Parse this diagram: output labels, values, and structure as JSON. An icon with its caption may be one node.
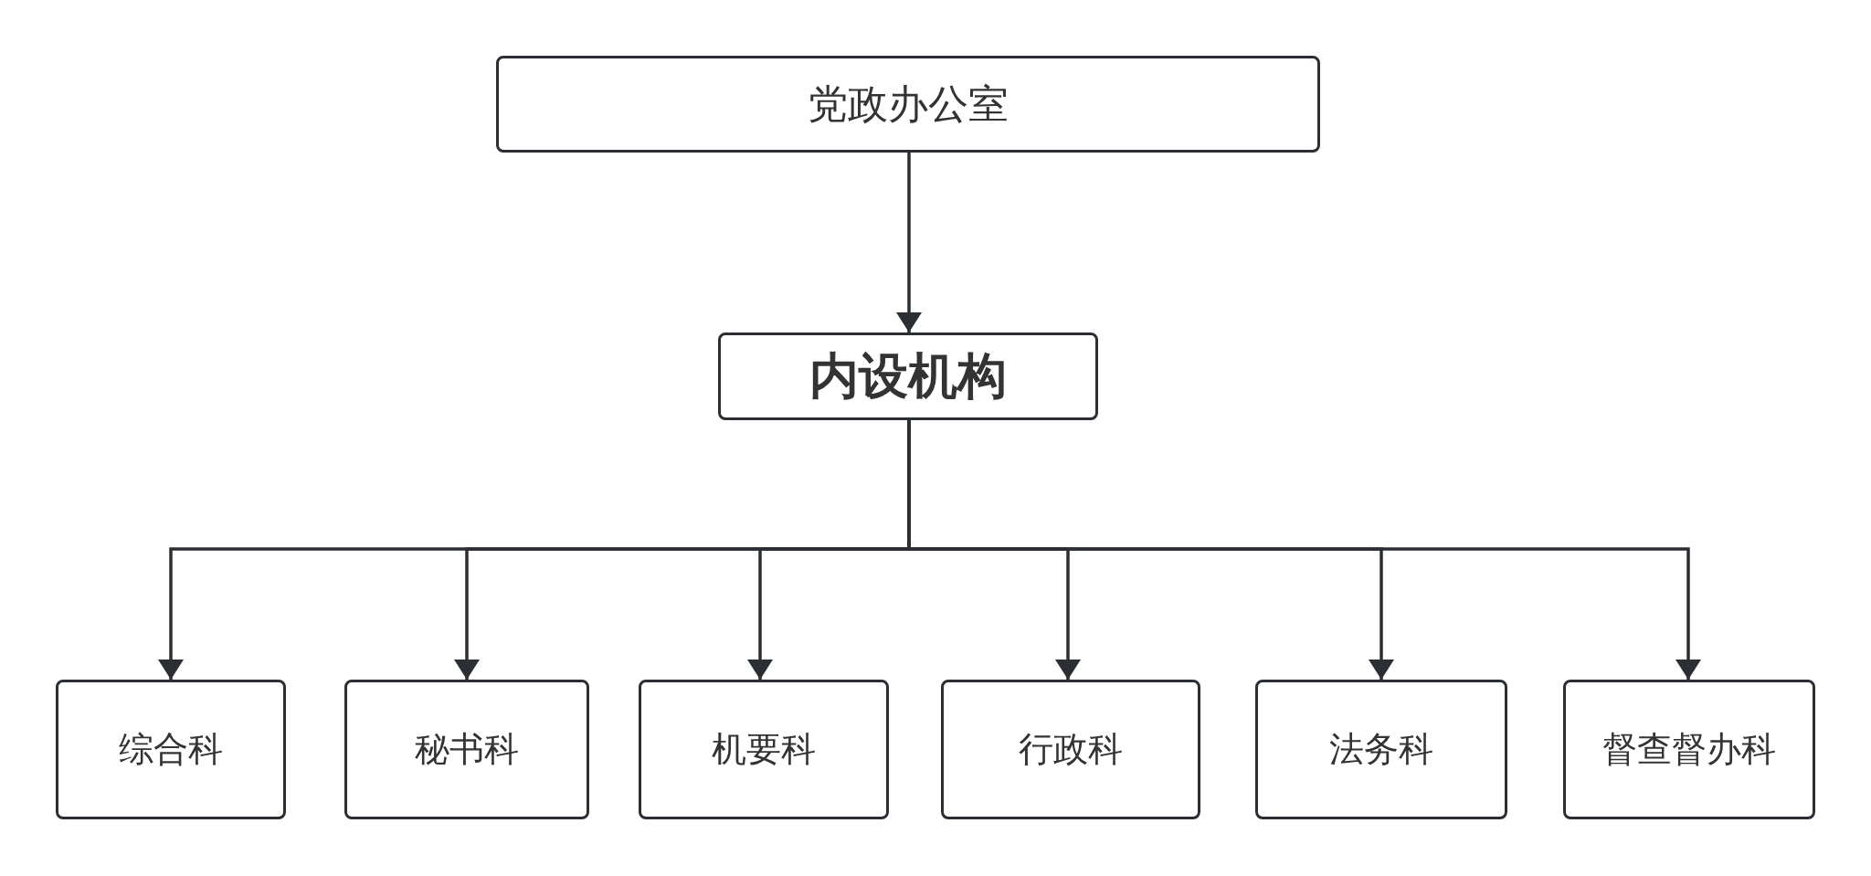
{
  "diagram": {
    "nodes": [
      {
        "text": [
          "党政办公室"
        ]
      },
      {
        "text": [
          "内设机构"
        ]
      },
      {
        "text": [
          "综合科"
        ]
      },
      {
        "text": [
          "秘书科"
        ]
      },
      {
        "text": [
          "机要科"
        ]
      },
      {
        "text": [
          "行政科"
        ]
      },
      {
        "text": [
          "法务科"
        ]
      },
      {
        "text": [
          "督查督办科"
        ]
      }
    ],
    "edges": [
      {
        "from": 0,
        "to": 1,
        "arrow": "to"
      },
      {
        "from": 1,
        "to": 2,
        "arrow": "to"
      },
      {
        "from": 1,
        "to": 3,
        "arrow": "to"
      },
      {
        "from": 1,
        "to": 4,
        "arrow": "to"
      },
      {
        "from": 1,
        "to": 5,
        "arrow": "to"
      },
      {
        "from": 1,
        "to": 6,
        "arrow": "to"
      },
      {
        "from": 1,
        "to": 7,
        "arrow": "to"
      }
    ]
  }
}
